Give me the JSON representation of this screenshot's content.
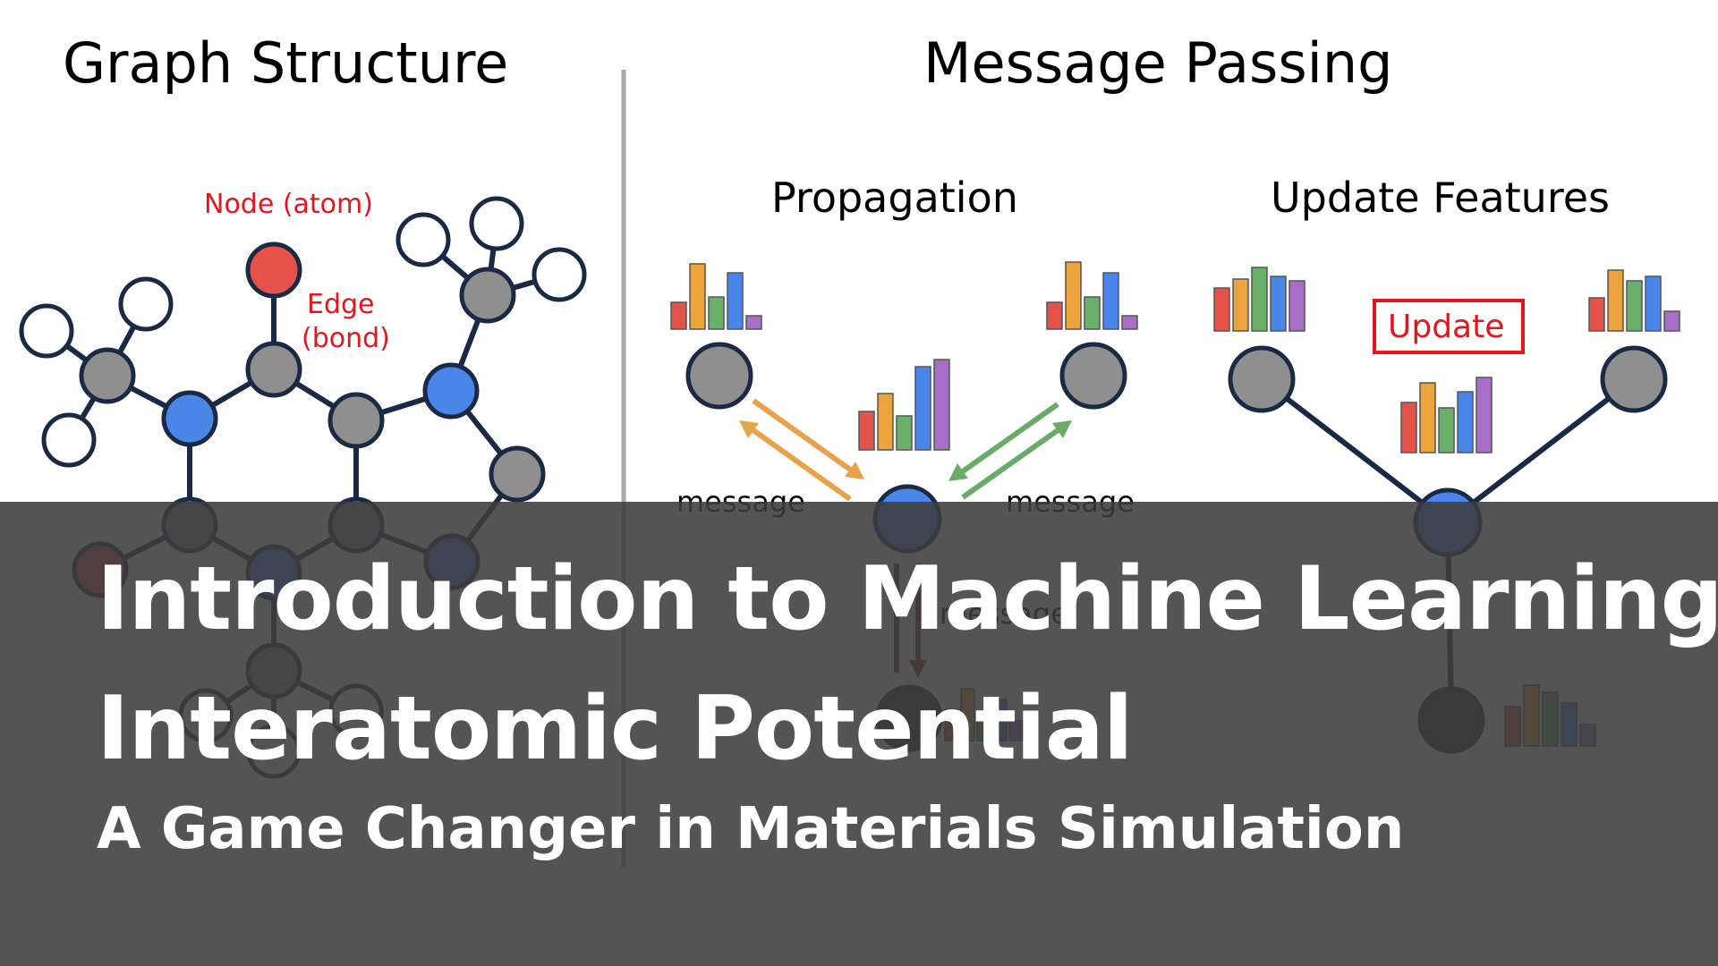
{
  "diagram": {
    "left_panel": {
      "title": "Graph Structure",
      "node_label": "Node (atom)",
      "edge_label_line1": "Edge",
      "edge_label_line2": "(bond)"
    },
    "right_panel": {
      "title": "Message Passing",
      "propagation": {
        "title": "Propagation",
        "message_left": "message",
        "message_right": "message",
        "message_bottom": "message"
      },
      "update_features": {
        "title": "Update Features",
        "update_box": "Update"
      }
    },
    "colors": {
      "node_red": "#e5524a",
      "node_blue": "#4a86e8",
      "node_gray": "#8f8f8f",
      "node_white": "#ffffff",
      "edge": "#1b2a44",
      "arrow_orange": "#e8a24a",
      "arrow_green": "#6aab6a",
      "arrow_dark_red": "#7a2a22",
      "bar_red": "#e5524a",
      "bar_orange": "#eba43d",
      "bar_green": "#6ab06a",
      "bar_blue": "#4a86e8",
      "bar_purple": "#a86fc8",
      "update_red": "#e8141b"
    }
  },
  "banner": {
    "title_line1": "Introduction to Machine Learning",
    "title_line2": "Interatomic Potential",
    "subtitle": "A Game Changer in Materials Simulation"
  }
}
